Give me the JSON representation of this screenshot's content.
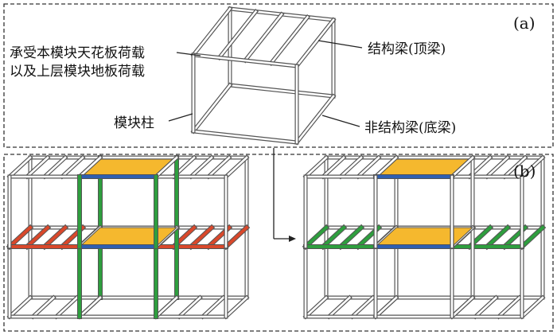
{
  "panel_a": {
    "tag": "(a)",
    "label_load_line1": "承受本模块天花板荷载",
    "label_load_line2": "以及上层模块地板荷载",
    "label_column": "模块柱",
    "label_top_beam": "结构梁(顶梁)",
    "label_bottom_beam": "非结构梁(底梁)"
  },
  "panel_b": {
    "tag": "(b)"
  },
  "colors": {
    "frame": "#555555",
    "frame_fill": "#ffffff",
    "floor_plate": "#f5b82e",
    "red_beam": "#d9482b",
    "green_member": "#2e9e3e",
    "blue_beam": "#2f5fb0"
  }
}
